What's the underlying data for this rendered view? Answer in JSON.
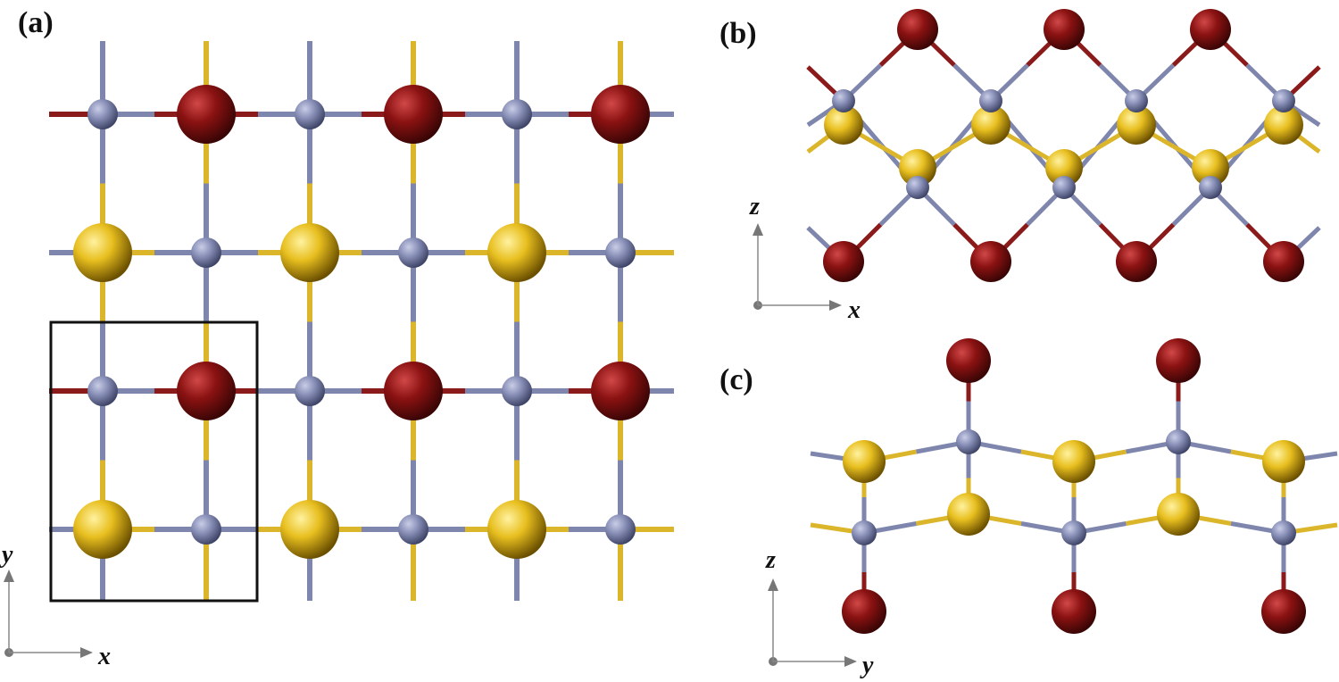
{
  "panels": [
    {
      "label": "(a)",
      "axes": {
        "horizontal": "x",
        "vertical": "y"
      }
    },
    {
      "label": "(b)",
      "axes": {
        "horizontal": "x",
        "vertical": "z"
      }
    },
    {
      "label": "(c)",
      "axes": {
        "horizontal": "y",
        "vertical": "z"
      }
    }
  ],
  "colors": {
    "metal_atom": "#7d84ad",
    "sulfur_like_atom": "#e8bf1f",
    "dark_red_atom": "#8b1212",
    "bond_blue": "#7f86ad",
    "bond_yellow": "#dcb62a",
    "bond_red": "#8b1a1a",
    "unit_cell": "#111111",
    "axis_arrow": "#777777"
  }
}
